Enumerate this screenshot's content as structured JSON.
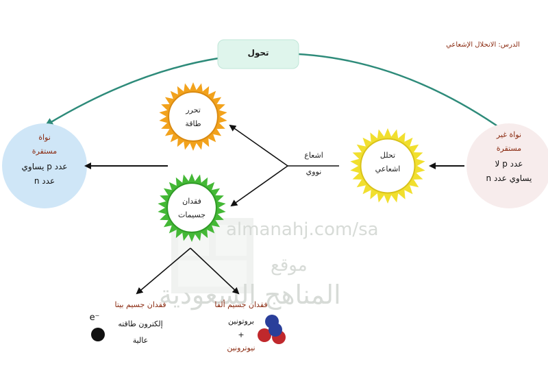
{
  "lesson_title": "الدرس: الانحلال الإشعاعي",
  "transform": {
    "label": "تحول"
  },
  "unstable_nucleus": {
    "line1": "نواة غير",
    "line2": "مستقرة",
    "line3": "عدد p لا",
    "line4": "يساوي عدد n"
  },
  "stable_nucleus": {
    "line1": "نواة",
    "line2": "مستقرة",
    "line3": "عدد p يساوي",
    "line4": "عدد n"
  },
  "radioactive_decay": {
    "line1": "تحلل",
    "line2": "اشعاعي"
  },
  "nuclear_radiation": {
    "line1": "اشعاع",
    "line2": "نووي"
  },
  "energy_release": {
    "line1": "تحرر",
    "line2": "طاقة"
  },
  "particle_loss": {
    "line1": "فقدان",
    "line2": "جسيمات"
  },
  "beta_loss": {
    "title": "فقدان جسيم بيتا",
    "line1": "إلكترون طاقته",
    "line2": "عالية",
    "symbol": "e⁻"
  },
  "alpha_loss": {
    "title": "فقدان جسيم ألفا",
    "line1": "بروتونين",
    "plus": "+",
    "line2": "نيوترونين"
  },
  "watermark": {
    "url": "almanahj.com/sa",
    "site_small": "موقع",
    "site_big": "المناهج السعودية"
  },
  "colors": {
    "curve": "#2e8b7a",
    "transform_box": "#dff5ec",
    "stable_circle": "#cfe6f7",
    "unstable_circle": "#f7ecec",
    "yellow_sun": "#f1df2e",
    "orange_sun": "#f2a21c",
    "green_sun": "#44b836",
    "beta_title": "#8a2a10",
    "alpha_title": "#8a2a10",
    "neutron_line": "#8a2a10",
    "proton": "#c0282c",
    "neutron": "#2a3f9a"
  }
}
